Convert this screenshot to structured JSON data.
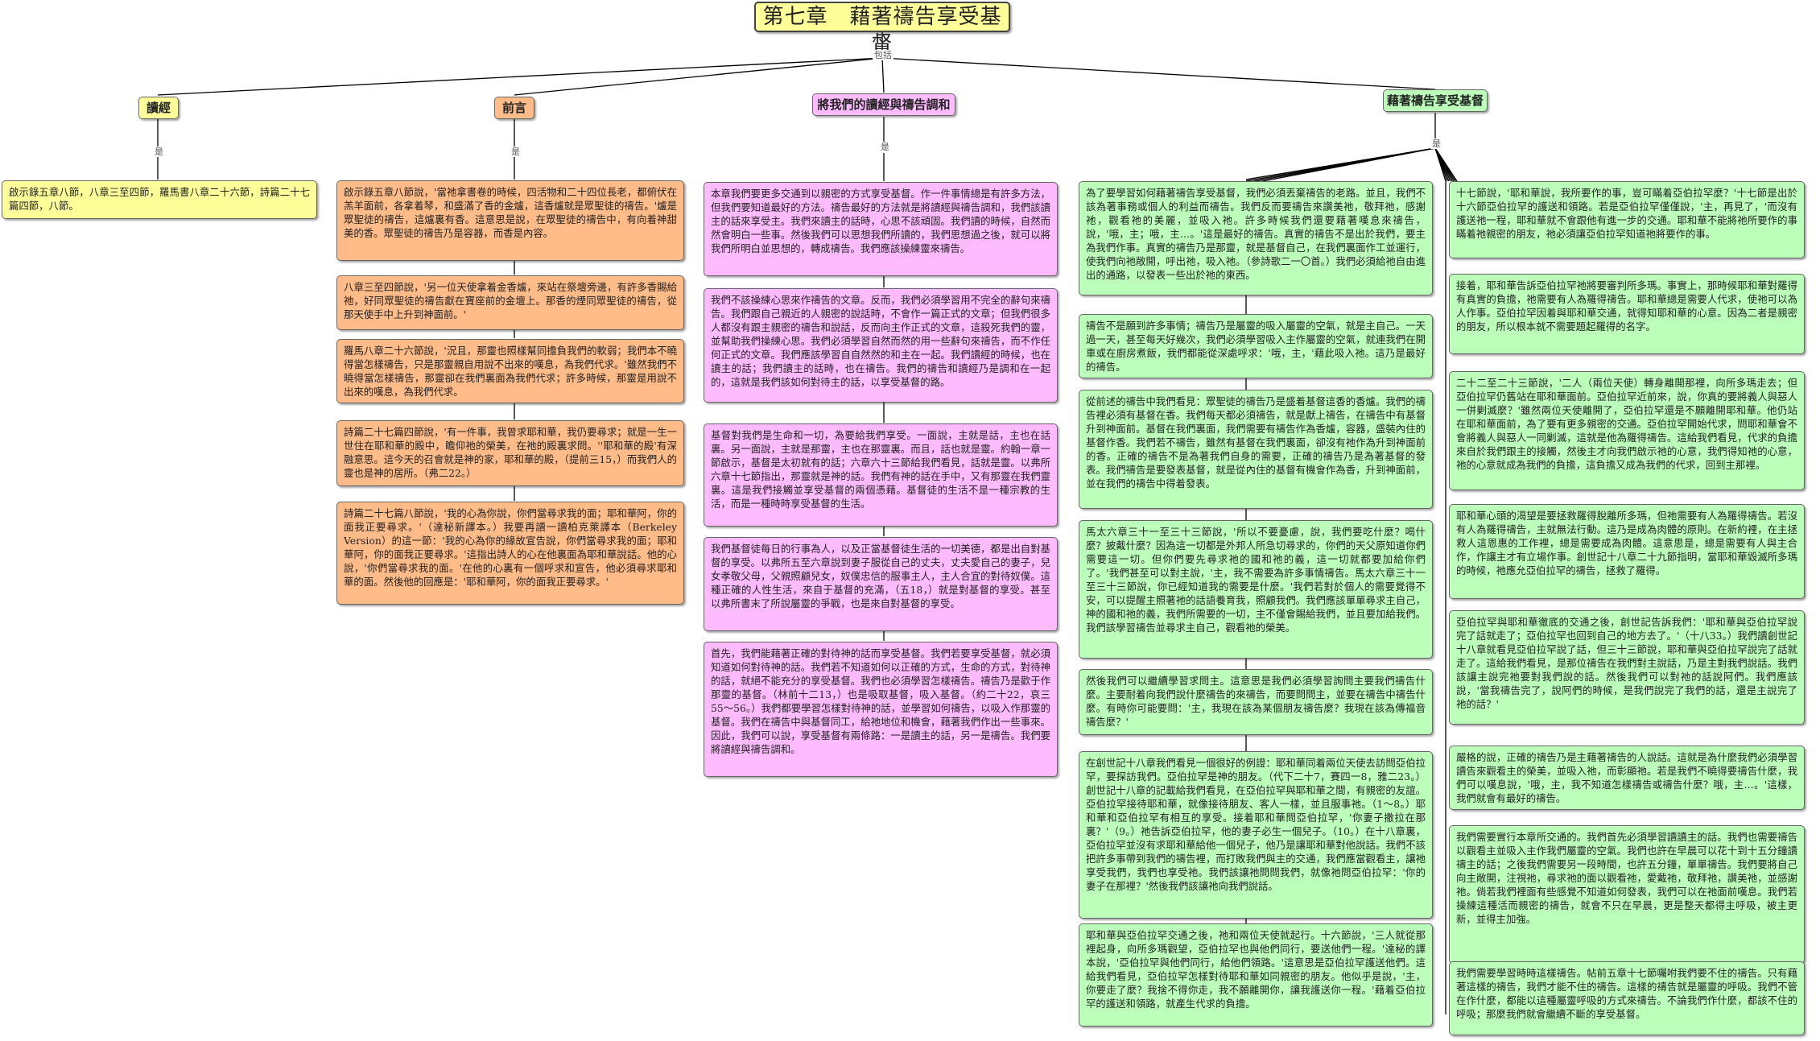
{
  "title": "第七章　藉著禱告享受基督",
  "link_labels": {
    "includes": "包括",
    "is": "是"
  },
  "branches": {
    "scripture": "讀經",
    "preface": "前言",
    "blend": "將我們的讀經與禱告調和",
    "enjoy": "藉著禱告享受基督"
  },
  "scripture": {
    "text": "啟示錄五章八節，八章三至四節，羅馬書八章二十六節，詩篇二十七篇四節，八節。"
  },
  "preface": [
    "啟示錄五章八節說，'當祂拿書卷的時候，四活物和二十四位長老，都俯伏在羔羊面前，各拿着琴，和盛滿了香的金爐，這香爐就是眾聖徒的禱告。'爐是眾聖徒的禱告，這爐裏有香。這意思是說，在眾聖徒的禱告中，有向着神甜美的香。眾聖徒的禱告乃是容器，而香是內容。",
    "八章三至四節說，'另一位天使拿着金香爐，來站在祭壇旁邊，有許多香賜給祂，好同眾聖徒的禱告獻在寶座前的金壇上。那香的煙同眾聖徒的禱告，從那天使手中上升到神面前。'",
    "羅馬八章二十六節說，'況且，那靈也照樣幫同擔負我們的軟弱；我們本不曉得當怎樣禱告，只是那靈親自用說不出來的嘆息，為我們代求。'雖然我們不曉得當怎樣禱告，那靈卻在我們裏面為我們代求；許多時候，那靈是用說不出來的嘆息，為我們代求。",
    "詩篇二十七篇四節說，'有一件事，我曾求耶和華，我仍要尋求；就是一生一世住在耶和華的殿中，瞻仰祂的榮美，在祂的殿裏求問。''耶和華的殿'有深融意思。這今天的召會就是神的家，耶和華的殿，（提前三15，）而我們人的靈也是神的居所。（弗二22。）",
    "詩篇二十七篇八節說，'我的心為你說，你們當尋求我的面；耶和華阿，你的面我正要尋求。'（達秘新譯本。）我要再讀一讀柏克萊譯本（Berkeley Version）的這一節：'我的心為你的緣故宣告說，你們當尋求我的面；耶和華阿，你的面我正要尋求。'這指出詩人的心在他裏面為耶和華說話。他的心說，'你們當尋求我的面。'在他的心裏有一個呼求和宣告，他必須尋求耶和華的面。然後他的回應是：'耶和華阿，你的面我正要尋求。'"
  ],
  "blend": [
    "本章我們要更多交通到以親密的方式享受基督。作一件事情總是有許多方法，但我們要知道最好的方法。禱告最好的方法就是將讀經與禱告調和，我們該讀主的話來享受主。我們來讀主的話時，心思不該頑固。我們讀的時候，自然而然會明白一些事。然後我們可以思想我們所讀的，我們思想過之後，就可以將我們所明白並思想的，轉成禱告。我們應該操練靈來禱告。",
    "我們不該操練心思來作禱告的文章。反而，我們必須學習用不完全的辭句來禱告。我們跟自己親近的人親密的說話時，不會作一篇正式的文章；但我們很多人都沒有跟主親密的禱告和說話，反而向主作正式的文章，這殺死我們的靈，並幫助我們操練心思。我們必須學習自然而然的用一些辭句來禱告，而不作任何正式的文章。我們應該學習自自然然的和主在一起。我們讀經的時候，也在讀主的話；我們讀主的話時，也在禱告。我們的禱告和讀經乃是調和在一起的，這就是我們該如何對待主的話，以享受基督的路。",
    "基督對我們是生命和一切，為要給我們享受。一面說，主就是話，主也在話裏。另一面說，主就是那靈，主也在那靈裏。而且，話也就是靈。約翰一章一節啟示，基督是太初就有的話；六章六十三節給我們看見，話就是靈。以弗所六章十七節指出，那靈就是神的話。我們有神的話在手中，又有那靈在我們靈裏。這是我們接觸並享受基督的兩個憑藉。基督徒的生活不是一種宗教的生活，而是一種時時享受基督的生活。",
    "我們基督徒每日的行事為人，以及正當基督徒生活的一切美德，都是出自對基督的享受。以弗所五至六章說到妻子服從自己的丈夫，丈夫愛自己的妻子，兒女孝敬父母，父親照顧兒女，奴僕忠信的服事主人，主人合宜的對待奴僕。這種正確的人性生活，來自于基督的充滿，（五18，）就是對基督的享受。甚至以弗所書末了所說屬靈的爭戰，也是來自對基督的享受。",
    "首先，我們能藉著正確的對待神的話而享受基督。我們若要享受基督，就必須知道如何對待神的話。我們若不知道如何以正確的方式，生命的方式，對待神的話，就絕不能充分的享受基督。我們也必須學習怎樣禱告。禱告乃是歡于作那靈的基督。（林前十二13，）也是吸取基督，吸入基督。（約二十22，哀三55～56。）我們都要學習怎樣對待神的話，並學習如何禱告，以吸入作那靈的基督。我們在禱告中與基督同工，給祂地位和機會，藉著我們作出一些事來。因此，我們可以說，享受基督有兩條路：一是讀主的話，另一是禱告。我們要將讀經與禱告調和。"
  ],
  "enjoy_left": [
    "為了要學習如何藉著禱告享受基督，我們必須丟棄禱告的老路。並且，我們不該為著事務或個人的利益而禱告。我們反而要禱告來讚美祂，敬拜祂，感謝祂，觀看祂的美麗，並吸入祂。許多時候我們還要藉著嘆息來禱告，說，'哦，主；哦，主…。'這是最好的禱告。真實的禱告不是出於我們，要主為我們作事。真實的禱告乃是那靈，就是基督自己，在我們裏面作工並運行，使我們向祂敞開，呼出祂，吸入祂。（參詩歌二一〇首。）我們必須給祂自由進出的通路，以發表一些出於祂的東西。",
    "禱告不是願到許多事情；禱告乃是屬靈的吸入屬靈的空氣，就是主自己。一天過一天，甚至每天好幾次，我們必須學習吸入主作屬靈的空氣，就連我們在開車或在廚房煮飯，我們都能從深處呼求：'哦，主，'藉此吸入祂。這乃是最好的禱告。",
    "從前述的禱告中我們看見：眾聖徒的禱告乃是盛着基督這香的香爐。我們的禱告裡必須有基督在香。我們每天都必須禱告，就是獻上禱告，在禱告中有基督升到神面前。基督在我們裏面，我們需要有禱告作為香爐，容器，盛裝內住的基督作香。我們若不禱告，雖然有基督在我們裏面，卻沒有祂作為升到神面前的香。正確的禱告不是為著我們自身的需要，正確的禱告乃是為著基督的發表。我們禱告是要發表基督，就是從內住的基督有機會作為香，升到神面前，並在我們的禱告中得着發表。",
    "馬太六章三十一至三十三節說，'所以不要憂慮，說，我們要吃什麼？喝什麼？披戴什麼？因為這一切都是外邦人所急切尋求的，你們的天父原知道你們需要這一切。但你們要先尋求祂的國和祂的義，這一切就都要加給你們了。'我們甚至可以對主說，'主，我不需要為許多事情禱告。馬太六章三十一至三十三節說，你已經知道我的需要是什麼。'我們若對於個人的需要覺得不安，可以提醒主照著祂的話語養育我，照顧我們。我們應該單單尋求主自己，神的國和祂的義，我們所需要的一切，主不僅會賜給我們，並且要加給我們。我們該學習禱告並尋求主自己，觀看祂的榮美。",
    "然後我們可以繼續學習求問主。這意思是我們必須學習詢問主要我們禱告什麼。主要耐着向我們說什麼禱告的來禱告，而要問問主，並要在禱告中禱告什麼。有時你可能要問：'主，我現在該為某個朋友禱告麼？我現在該為傳福音禱告麼？'",
    "在創世記十八章我們看見一個很好的例證：耶和華同着兩位天使去訪問亞伯拉罕，要探訪我們。亞伯拉罕是神的朋友。（代下二十7，賽四一8，雅二23。）創世記十八章的記載給我們看見，在亞伯拉罕與耶和華之間，有親密的友誼。亞伯拉罕接待耶和華，就像接待朋友、客人一樣，並且服事祂。（1～8。）耶和華和亞伯拉罕有相互的享受。接着耶和華問亞伯拉罕，'你妻子撒拉在那裏？'（9。）祂告訴亞伯拉罕，他的妻子必生一個兒子。（10。）在十八章裏，亞伯拉罕並沒有求耶和華給他一個兒子，他乃是讓耶和華對他說話。我們不該把許多事帶到我們的禱告裡，而打敗我們與主的交通，我們應當觀看主，讓祂享受我們，我們也享受祂。我們該讓祂問問我們，就像祂問亞伯拉罕：'你的妻子在那裡？'然後我們該讓祂向我們說話。",
    "耶和華與亞伯拉罕交通之後，祂和兩位天使就起行。十六節說，'三人就從那裡起身，向所多瑪觀望，亞伯拉罕也與他們同行，要送他們一程。'達秘的譯本說，'亞伯拉罕與他們同行，給他們領路。'這意思是亞伯拉罕護送他們。這給我們看見，亞伯拉罕怎樣對待耶和華如同親密的朋友。他似乎是說，'主，你要走了麼？我捨不得你走，我不願離開你，讓我護送你一程。'藉着亞伯拉罕的護送和領路，就產生代求的負擔。"
  ],
  "enjoy_right": [
    "十七節說，'耶和華說，我所要作的事，豈可瞞着亞伯拉罕麼？'十七節是出於十六節亞伯拉罕的護送和領路。若是亞伯拉罕僅僅說，'主，再見了，'而沒有護送祂一程，耶和華就不會跟他有進一步的交通。耶和華不能將祂所要作的事瞞着祂親密的朋友，祂必須讓亞伯拉罕知道祂將要作的事。",
    "接着，耶和華告訴亞伯拉罕祂將要審判所多瑪。事實上，那時候耶和華對羅得有真實的負擔，祂需要有人為羅得禱告。耶和華總是需要人代求，使祂可以為人作事。亞伯拉罕因着與耶和華交通，就得知耶和華的心意。因為二者是親密的朋友，所以根本就不需要題起羅得的名字。",
    "二十二至二十三節說，'二人（兩位天使）轉身離開那裡，向所多瑪走去；但亞伯拉罕仍舊站在耶和華面前。亞伯拉罕近前來，說，你真的要將義人與惡人一併剿滅麼？'雖然兩位天使離開了，亞伯拉罕還是不願離開耶和華。他仍站在耶和華面前，為了要有更多親密的交通。亞伯拉罕開始代求，問耶和華會不會將義人與惡人一同剿滅，這就是他為羅得禱告。這給我們看見，代求的負擔來自於我們跟主的接觸，然後主才向我們啟示祂的心意，我們得知祂的心意，祂的心意就成為我們的負擔，這負擔又成為我們的代求，回到主那裡。",
    "耶和華心頭的渴望是要拯救羅得脫離所多瑪，但祂需要有人為羅得禱告。若沒有人為羅得禱告，主就無法行動。這乃是成為肉體的原則。在新約裡，在主拯救人這恩惠的工作裡，總是需要成為肉體。這意思是，總是需要有人與主合作，作讓主才有立場作事。創世記十八章二十九節指明，當耶和華毀滅所多瑪的時候，祂應允亞伯拉罕的禱告，拯救了羅得。",
    "亞伯拉罕與耶和華徹底的交通之後，創世記告訴我們：'耶和華與亞伯拉罕說完了話就走了；亞伯拉罕也回到自己的地方去了。'（十八33。）我們讀創世記十八章就看見亞伯拉罕說了話，但三十三節說，耶和華與亞伯拉罕說完了話就走了。這給我們看見，是那位禱告在我們對主說話，乃是主對我們說話。我們該讓主說完祂要對我們說的話。然後我們可以對祂的話說阿們。我們應該說，'當我禱告完了，說阿們的時候，是我們說完了我們的話，還是主說完了祂的話？'",
    "嚴格的說，正確的禱告乃是主藉著禱告的人說話。這就是為什麼我們必須學習讀告來觀看主的榮美，並吸入祂，而彰顯祂。若是我們不曉得要禱告什麼，我們可以嘆息說，'哦，主，我不知道怎樣禱告或禱告什麼？哦，主…。'這樣，我們就會有最好的禱告。",
    "我們需要實行本章所交通的。我們首先必須學習讀讀主的話。我們也需要禱告以觀看主並吸入主作我們屬靈的空氣。我們也許在早晨可以花十到十五分鐘讀禱主的話；之後我們需要另一段時間，也許五分鐘，單單禱告。我們要將自己向主敞開，注視祂，尋求祂的面以觀看祂，愛戴祂，敬拜祂，讚美祂，並感謝祂。倘若我們裡面有些感覺不知道如何發表，我們可以在祂面前嘆息。我們若操練這種活而親密的禱告，就會不只在早晨，更是整天都得主呼吸，被主更新，並得主加強。",
    "我們需要學習時時這樣禱告。帖前五章十七節囑咐我們要不住的禱告。只有藉著這樣的禱告，我們才能不住的禱告。這樣的禱告就是屬靈的呼吸。我們不管在作什麼，都能以這種屬靈呼吸的方式來禱告。不論我們作什麼，都該不住的呼吸；那麼我們就會繼續不斷的享受基督。"
  ],
  "colors": {
    "yellow": "#ffff99",
    "orange": "#ffbb88",
    "pink": "#ffbbff",
    "green": "#bbffbb",
    "line": "#000000"
  }
}
